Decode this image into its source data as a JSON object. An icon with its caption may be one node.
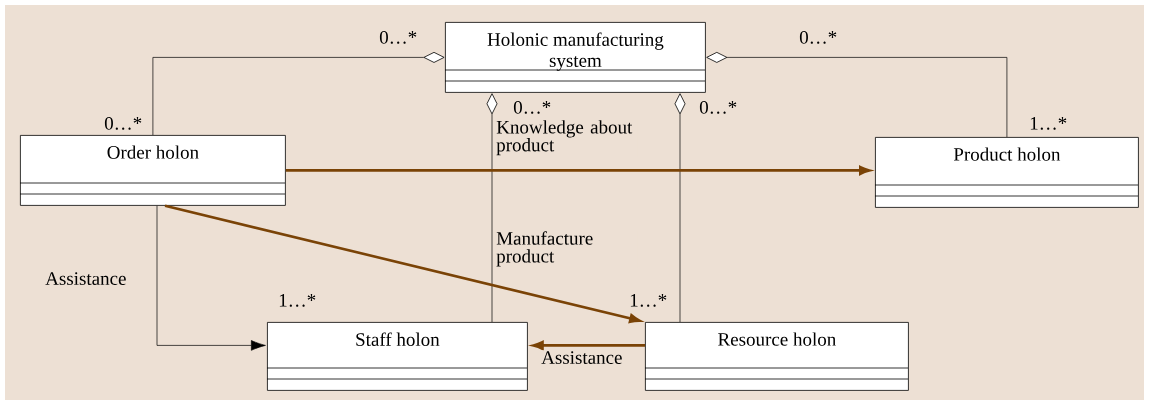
{
  "diagram": {
    "nodes": [
      {
        "text": [
          "Holonic manufacturing system"
        ]
      },
      {
        "text": [
          "Order holon"
        ]
      },
      {
        "text": [
          "Product holon"
        ]
      },
      {
        "text": [
          "Staff holon"
        ]
      },
      {
        "text": [
          "Resource holon"
        ]
      }
    ],
    "edges": [
      {
        "from": 1,
        "to": 0,
        "arrow": "other"
      },
      {
        "from": 2,
        "to": 0,
        "arrow": "other"
      },
      {
        "from": 3,
        "to": 0,
        "arrow": "other"
      },
      {
        "from": 4,
        "to": 0,
        "arrow": "other"
      },
      {
        "from": 1,
        "to": 2,
        "arrow": "to",
        "label": "Knowledge about product",
        "style": "thick",
        "color": "#7a4306"
      },
      {
        "from": 1,
        "to": 4,
        "arrow": "to",
        "label": "Manufacture product",
        "style": "thick",
        "color": "#7a4306"
      },
      {
        "from": 1,
        "to": 3,
        "arrow": "to",
        "label": "Assistance"
      },
      {
        "from": 4,
        "to": 3,
        "arrow": "to",
        "label": "Assistance",
        "style": "thick",
        "color": "#7a4306"
      }
    ],
    "labels": [
      "0…*",
      "0…*",
      "0…*",
      "0…*",
      "0…*",
      "1…*",
      "1…*",
      "1…*"
    ]
  }
}
